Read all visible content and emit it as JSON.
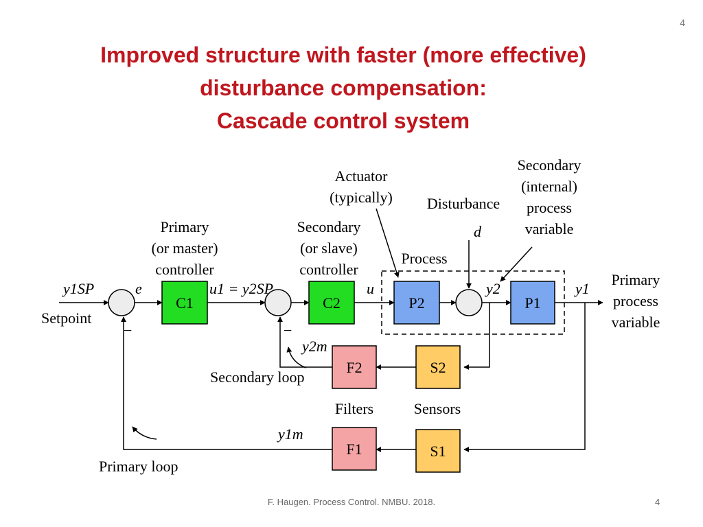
{
  "page_number": "4",
  "title": {
    "line1": "Improved structure with faster (more effective)",
    "line2": "disturbance compensation:",
    "line3": "Cascade control system"
  },
  "footer": "F. Haugen. Process Control. NMBU. 2018.",
  "colors": {
    "title": "#c0161e",
    "controller": "#22dd22",
    "process": "#7aa7f0",
    "sensor": "#ffcc66",
    "filter": "#f4a4a4"
  },
  "blocks": {
    "c1": "C1",
    "c2": "C2",
    "p2": "P2",
    "p1": "P1",
    "s2": "S2",
    "s1": "S1",
    "f2": "F2",
    "f1": "F1"
  },
  "labels": {
    "primary_controller": [
      "Primary",
      "(or master)",
      "controller"
    ],
    "secondary_controller": [
      "Secondary",
      "(or slave)",
      "controller"
    ],
    "actuator": [
      "Actuator",
      "(typically)"
    ],
    "disturbance": "Disturbance",
    "disturbance_symbol": "d",
    "secondary_variable": [
      "Secondary",
      "(internal)",
      "process",
      "variable"
    ],
    "process": "Process",
    "primary_variable": [
      "Primary",
      "process",
      "variable"
    ],
    "setpoint": "Setpoint",
    "filters": "Filters",
    "sensors": "Sensors",
    "secondary_loop": "Secondary loop",
    "primary_loop": "Primary loop",
    "minus": "−"
  },
  "signals": {
    "y1sp": "y1SP",
    "e": "e",
    "u1": "u1 = y2SP",
    "u": "u",
    "y2": "y2",
    "y1": "y1",
    "y2m": "y2m",
    "y1m": "y1m"
  }
}
